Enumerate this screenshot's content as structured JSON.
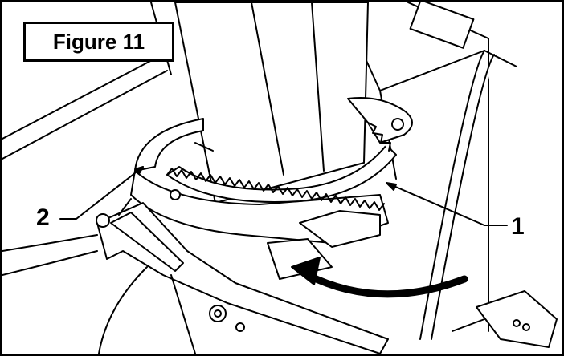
{
  "figure": {
    "title": "Figure 11",
    "callouts": [
      {
        "id": "2",
        "label": "2"
      },
      {
        "id": "1",
        "label": "1"
      }
    ]
  },
  "colors": {
    "line": "#000000",
    "background": "#ffffff"
  }
}
